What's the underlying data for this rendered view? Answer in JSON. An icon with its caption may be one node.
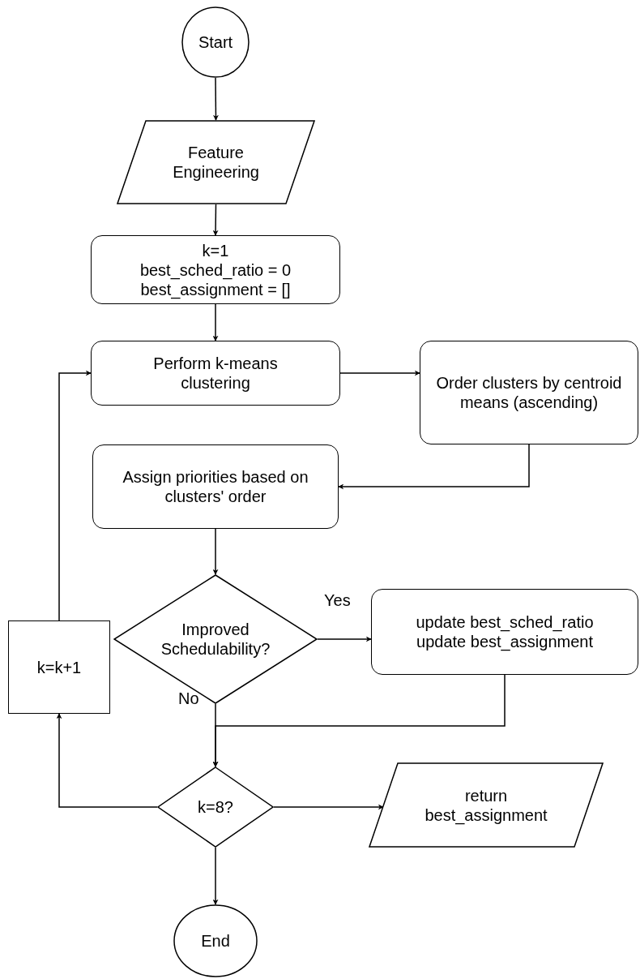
{
  "diagram": {
    "nodes": [
      {
        "text": [
          "Start"
        ]
      },
      {
        "text": [
          "Feature Engineering"
        ]
      },
      {
        "text": [
          "k=1",
          "best_sched_ratio = 0",
          "best_assignment = []"
        ]
      },
      {
        "text": [
          "Perform k-means clustering"
        ]
      },
      {
        "text": [
          "Order clusters by centroid means (ascending)"
        ]
      },
      {
        "text": [
          "Assign priorities based on clusters' order"
        ]
      },
      {
        "text": [
          "Improved Schedulability?"
        ]
      },
      {
        "text": [
          "update best_sched_ratio",
          "update best_assignment"
        ]
      },
      {
        "text": [
          "k=k+1"
        ]
      },
      {
        "text": [
          "k=8?"
        ]
      },
      {
        "text": [
          "return best_assignment"
        ]
      },
      {
        "text": [
          "End"
        ]
      }
    ],
    "edges": [
      {
        "from": 0,
        "to": 1,
        "arrow": "to"
      },
      {
        "from": 1,
        "to": 2,
        "arrow": "to"
      },
      {
        "from": 2,
        "to": 3,
        "arrow": "to"
      },
      {
        "from": 3,
        "to": 4,
        "arrow": "to"
      },
      {
        "from": 4,
        "to": 5,
        "arrow": "to"
      },
      {
        "from": 5,
        "to": 6,
        "arrow": "to"
      },
      {
        "from": 6,
        "to": 7,
        "arrow": "to",
        "label": "Yes"
      },
      {
        "from": 6,
        "to": 9,
        "arrow": "to",
        "label": "No"
      },
      {
        "from": 7,
        "to": 9,
        "arrow": "to"
      },
      {
        "from": 9,
        "to": 10,
        "arrow": "to"
      },
      {
        "from": 9,
        "to": 8,
        "arrow": "to"
      },
      {
        "from": 8,
        "to": 3,
        "arrow": "to"
      },
      {
        "from": 9,
        "to": 11,
        "arrow": "to"
      }
    ]
  }
}
